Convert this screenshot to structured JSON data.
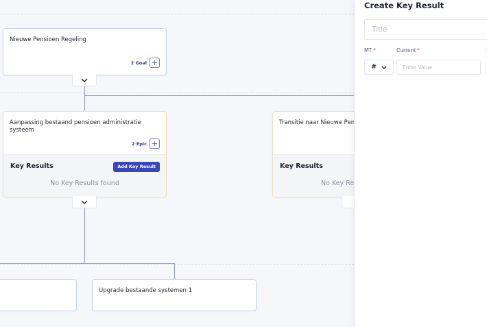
{
  "canvas": {
    "goal_node": {
      "title": "Nieuwe Pensioen Regeling",
      "count_label": "2 Goal"
    },
    "epic_node": {
      "title": "Aanpassing bestaand pensioen administratie systeem",
      "count_label": "2 Epic",
      "kr_heading": "Key Results",
      "add_kr_label": "Add Key Result",
      "kr_empty": "No Key Results found"
    },
    "transitie_node": {
      "title": "Transitie naar Nieuwe Pen",
      "kr_heading": "Key Results",
      "kr_empty": "No Key Re"
    },
    "upgrade_node": {
      "title": "Upgrade bestaande systemen 1"
    }
  },
  "panel": {
    "title": "Create Key Result",
    "title_placeholder": "Title",
    "mt_label": "MT",
    "current_label": "Current",
    "required_mark": "*",
    "mt_value": "#",
    "current_placeholder": "Enter Value"
  },
  "colors": {
    "connector": "#8e95d8",
    "primary_button": "#3a47b7",
    "required": "#e23b3b",
    "node_border_goal": "#c7d3ee",
    "node_border_epic": "#f0dcc0"
  }
}
